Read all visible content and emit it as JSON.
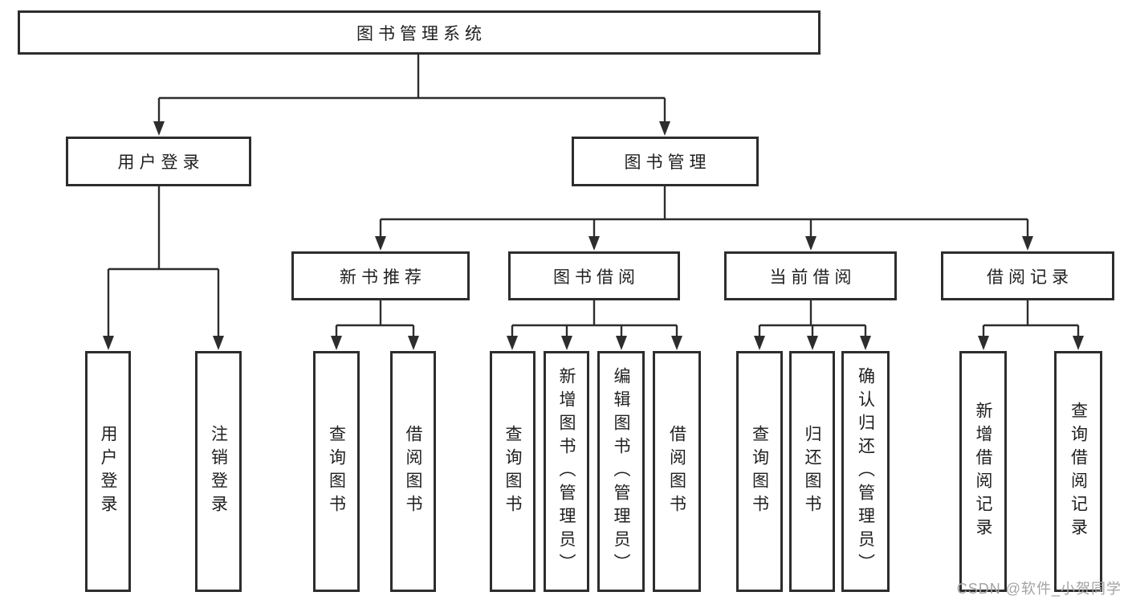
{
  "diagram_title": "图书管理系统",
  "tree": {
    "label": "图书管理系统",
    "children": [
      {
        "label": "用户登录",
        "children": [
          {
            "label": "用户登录"
          },
          {
            "label": "注销登录"
          }
        ]
      },
      {
        "label": "图书管理",
        "children": [
          {
            "label": "新书推荐",
            "children": [
              {
                "label": "查询图书"
              },
              {
                "label": "借阅图书"
              }
            ]
          },
          {
            "label": "图书借阅",
            "children": [
              {
                "label": "查询图书"
              },
              {
                "label": "新增图书（管理员）"
              },
              {
                "label": "编辑图书（管理员）"
              },
              {
                "label": "借阅图书"
              }
            ]
          },
          {
            "label": "当前借阅",
            "children": [
              {
                "label": "查询图书"
              },
              {
                "label": "归还图书"
              },
              {
                "label": "确认归还（管理员）"
              }
            ]
          },
          {
            "label": "借阅记录",
            "children": [
              {
                "label": "新增借阅记录"
              },
              {
                "label": "查询借阅记录"
              }
            ]
          }
        ]
      }
    ]
  },
  "watermark": "CSDN @软件_小贺同学",
  "colors": {
    "line": "#2d2d2d",
    "box_border": "#2d2d2d",
    "text": "#1f1f1f",
    "watermark": "#a3a3a3",
    "background": "#ffffff"
  }
}
